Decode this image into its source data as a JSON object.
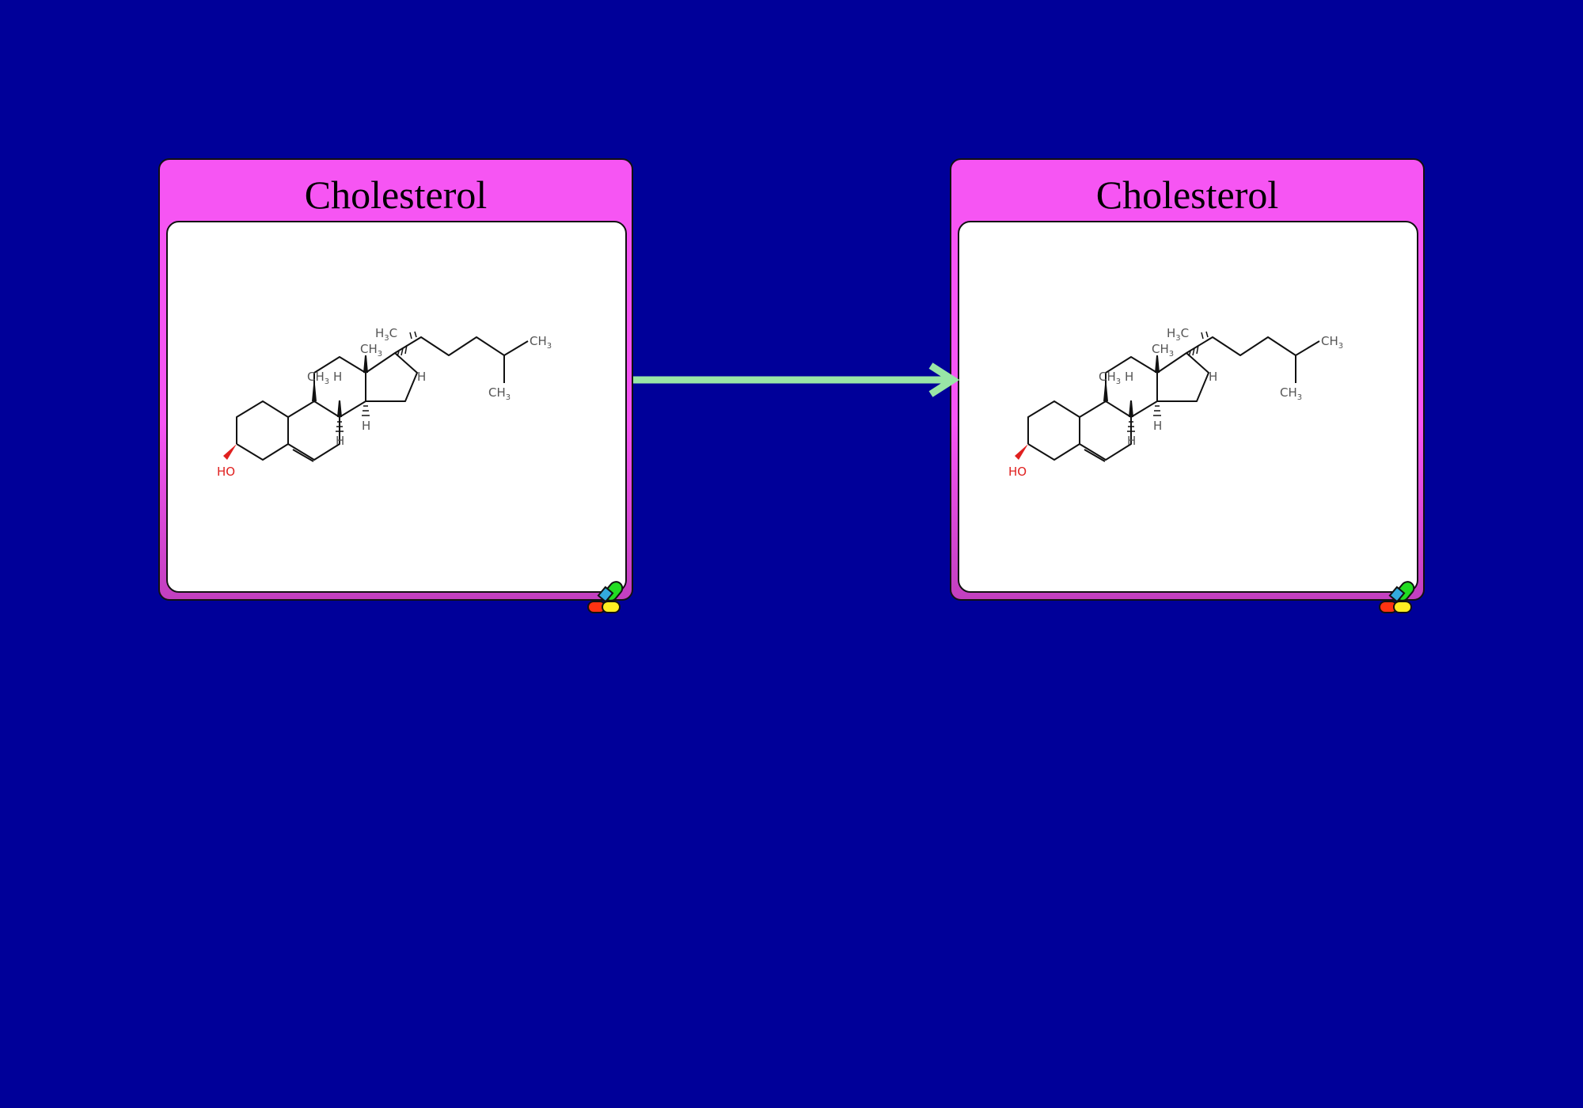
{
  "diagram": {
    "background": "#000099",
    "edge_color": "#99e6a6",
    "nodes": [
      {
        "title": "Cholesterol",
        "atoms": {
          "ho": "HO",
          "h": "H",
          "c": "C",
          "ch": "CH",
          "sub3": "3"
        },
        "icon": "drug-pill-icon"
      },
      {
        "title": "Cholesterol",
        "atoms": {
          "ho": "HO",
          "h": "H",
          "c": "C",
          "ch": "CH",
          "sub3": "3"
        },
        "icon": "drug-pill-icon"
      }
    ],
    "edges": [
      {
        "from": 0,
        "to": 1,
        "type": "arrow"
      }
    ]
  }
}
